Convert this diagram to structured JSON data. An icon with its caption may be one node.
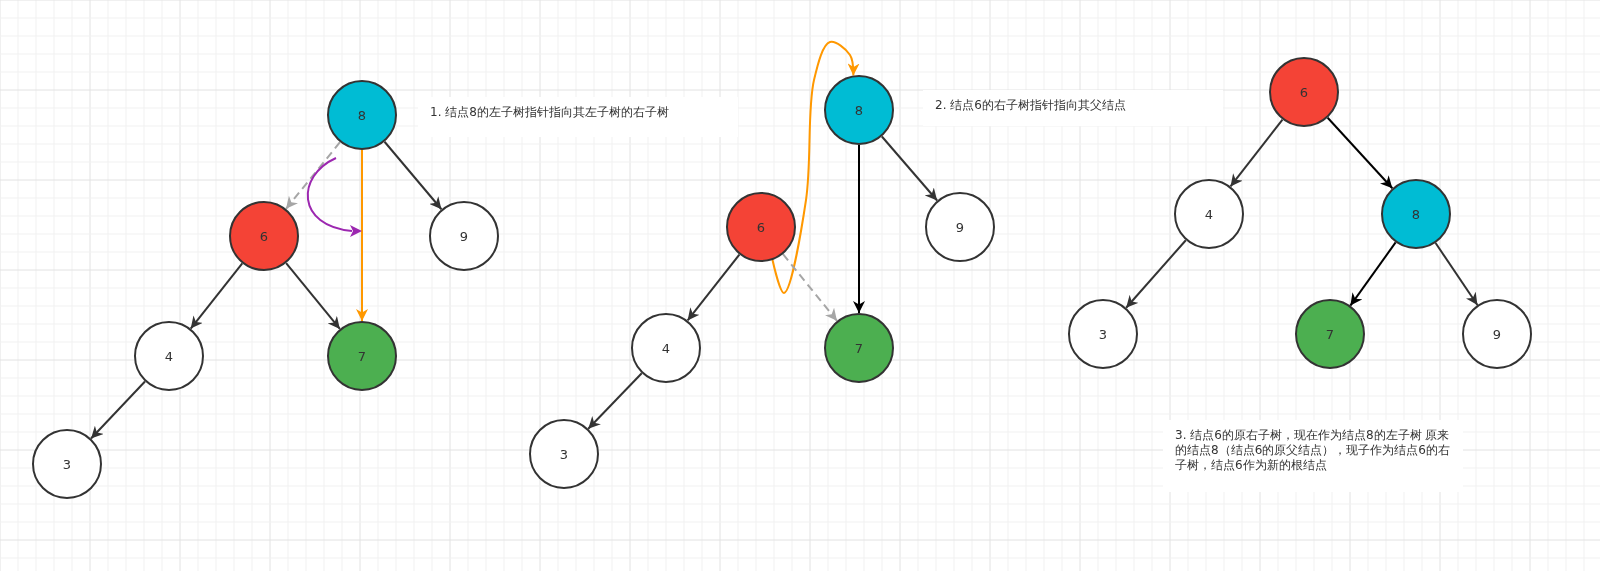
{
  "diagram": {
    "nodes": [
      {
        "text": [
          "8"
        ]
      },
      {
        "text": [
          "6"
        ]
      },
      {
        "text": [
          "9"
        ]
      },
      {
        "text": [
          "4"
        ]
      },
      {
        "text": [
          "7"
        ]
      },
      {
        "text": [
          "3"
        ]
      },
      {
        "text": [
          "8"
        ]
      },
      {
        "text": [
          "6"
        ]
      },
      {
        "text": [
          "9"
        ]
      },
      {
        "text": [
          "4"
        ]
      },
      {
        "text": [
          "7"
        ]
      },
      {
        "text": [
          "3"
        ]
      },
      {
        "text": [
          "6"
        ]
      },
      {
        "text": [
          "4"
        ]
      },
      {
        "text": [
          "8"
        ]
      },
      {
        "text": [
          "3"
        ]
      },
      {
        "text": [
          "7"
        ]
      },
      {
        "text": [
          "9"
        ]
      }
    ],
    "edges": [
      {
        "from": 0,
        "to": 1,
        "arrow": "to",
        "style": "dashed",
        "color": "#a6a6a6"
      },
      {
        "from": 0,
        "to": 2,
        "arrow": "to"
      },
      {
        "from": 0,
        "to": 4,
        "arrow": "to",
        "color": "#ff9800"
      },
      {
        "from": 1,
        "to": 3,
        "arrow": "to"
      },
      {
        "from": 1,
        "to": 4,
        "arrow": "to"
      },
      {
        "from": 3,
        "to": 5,
        "arrow": "to"
      },
      {
        "from": 7,
        "to": 6,
        "arrow": "to",
        "color": "#ff9800"
      },
      {
        "from": 6,
        "to": 8,
        "arrow": "to"
      },
      {
        "from": 6,
        "to": 10,
        "arrow": "to",
        "color": "#000000"
      },
      {
        "from": 7,
        "to": 9,
        "arrow": "to"
      },
      {
        "from": 7,
        "to": 10,
        "arrow": "to",
        "style": "dashed",
        "color": "#a6a6a6"
      },
      {
        "from": 9,
        "to": 11,
        "arrow": "to"
      },
      {
        "from": 12,
        "to": 13,
        "arrow": "to"
      },
      {
        "from": 12,
        "to": 14,
        "arrow": "to",
        "color": "#000000"
      },
      {
        "from": 13,
        "to": 15,
        "arrow": "to"
      },
      {
        "from": 14,
        "to": 16,
        "arrow": "to",
        "color": "#000000"
      },
      {
        "from": 14,
        "to": 17,
        "arrow": "to"
      }
    ],
    "labels": [
      "1. 结点8的左子树指针指向其左子树的右子树",
      "2. 结点6的右子树指针指向其父结点",
      "3. 结点6的原右子树，现在作为结点8的左子树 原来的结点8（结点6的原父结点），现子作为结点6的右子树，结点6作为新的根结点"
    ]
  }
}
